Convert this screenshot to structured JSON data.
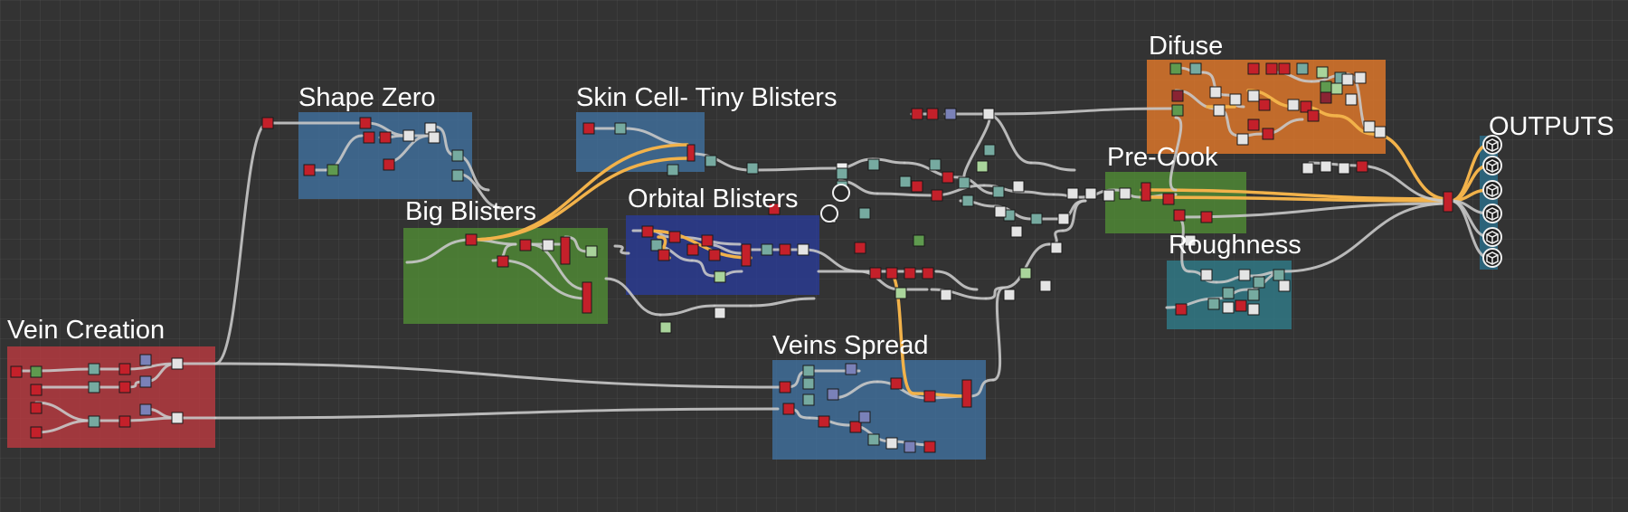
{
  "graph": {
    "frames": [
      {
        "id": "vein",
        "title": "Vein Creation",
        "color": "#b8393f"
      },
      {
        "id": "shape",
        "title": "Shape Zero",
        "color": "#3f6f9c"
      },
      {
        "id": "skin",
        "title": "Skin Cell- Tiny Blisters",
        "color": "#3f6f9c"
      },
      {
        "id": "big",
        "title": "Big Blisters",
        "color": "#4f8a34"
      },
      {
        "id": "orbital",
        "title": "Orbital Blisters",
        "color": "#2a3b94"
      },
      {
        "id": "veins",
        "title": "Veins Spread",
        "color": "#3f6f9c"
      },
      {
        "id": "difuse",
        "title": "Difuse",
        "color": "#e0772a"
      },
      {
        "id": "precook",
        "title": "Pre-Cook",
        "color": "#4f8a34"
      },
      {
        "id": "rough",
        "title": "Roughness",
        "color": "#2f7a88"
      },
      {
        "id": "outputs",
        "title": "OUTPUTS",
        "color": "#2a6e8a"
      }
    ],
    "node_colors": {
      "red": "#c4202a",
      "white": "#e4e4e4",
      "teal": "#76aaa0",
      "green": "#5f9a4f",
      "lightgreen": "#a9d49b",
      "purple": "#7a81b8",
      "darkred": "#8a2433",
      "output": "#f0f0f0"
    },
    "wire_colors": {
      "default": "#c8c8c8",
      "highlight": "#f2b24a"
    },
    "output_count": 6
  }
}
